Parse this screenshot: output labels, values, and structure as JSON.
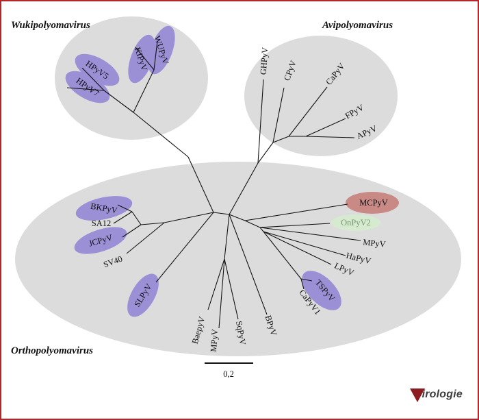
{
  "figure": {
    "genera": {
      "wuki": "Wukipolyomavirus",
      "avi": "Avipolyomavirus",
      "ortho": "Orthopolyomavirus"
    },
    "leaves": {
      "HPyV6": "HPyV5",
      "HPyV7": "HPyV7",
      "KIPyV": "KIPyV",
      "WUPyV": "WUPyV",
      "GHPyV": "GHPyV",
      "CPyV": "CPyV",
      "CaPyV": "CaPyV",
      "FPyV": "FPyV",
      "APyV": "APyV",
      "BKPyV": "BKPyV",
      "SA12": "SA12",
      "JCPyV": "JCPyV",
      "SV40": "SV40",
      "SLPyV": "SLPyV",
      "MCPyV": "MCPyV",
      "OnPyV2": "OnPyV2",
      "MPyV_r": "MPyV",
      "HaPyV": "HaPyV",
      "LPyV": "LPyV",
      "TSPyV": "TSPyV",
      "CaPyV1": "CaPyV1",
      "BaepyV": "BaepyV",
      "MPyV_b": "MPyV",
      "SqPyV": "SqPyV",
      "BPyV": "BPyV"
    },
    "scale_label": "0,2",
    "colors": {
      "clade_fill": "#dcdcdc",
      "human_fill": "#9b8fd6",
      "mcpyv_fill": "#c98a86",
      "onpyv_fill": "#d6ead0",
      "frame": "#b3262b"
    }
  },
  "logo": {
    "text": "irologie"
  }
}
